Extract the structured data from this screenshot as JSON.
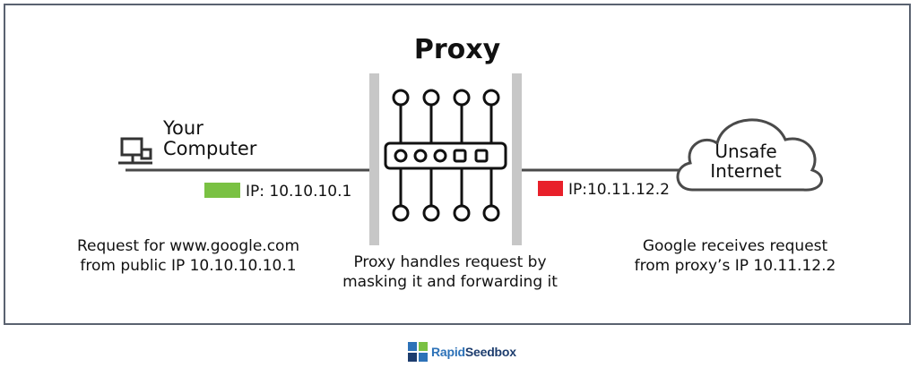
{
  "title": "Proxy",
  "computer": {
    "label_line1": "Your",
    "label_line2": "Computer",
    "ip_label": "IP: 10.10.10.1",
    "ip_color": "#7ac143"
  },
  "internet": {
    "label_line1": "Unsafe",
    "label_line2": "Internet",
    "ip_label": "IP:10.11.12.2",
    "ip_color": "#e8202a"
  },
  "captions": {
    "left_line1": "Request for www.google.com",
    "left_line2": "from public IP 10.10.10.10.1",
    "center_line1": "Proxy handles request by",
    "center_line2": "masking it and forwarding it",
    "right_line1": "Google receives request",
    "right_line2": "from proxy’s IP 10.11.12.2"
  },
  "icons": {
    "computer": "desktop-computer-icon",
    "proxy": "proxy-switch-icon",
    "internet": "cloud-icon",
    "logo": "rapidseedbox-logo-icon"
  },
  "logo": {
    "part1": "Rapid",
    "part2": "Seedbox",
    "color1": "#2d72b8",
    "color2": "#1d3d6e"
  }
}
